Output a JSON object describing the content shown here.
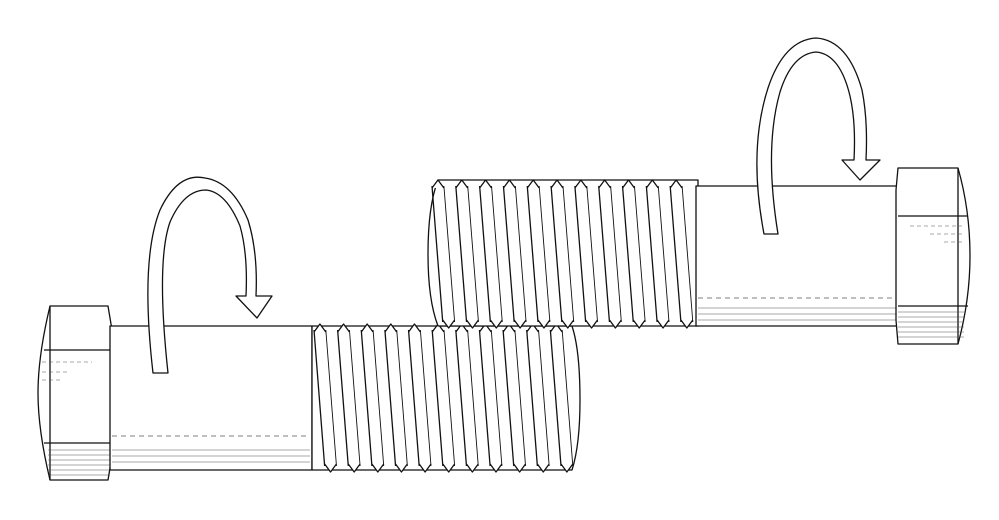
{
  "figure": {
    "subjects": [
      {
        "name": "bolt-left",
        "rotation_arrow": "clockwise-over-top"
      },
      {
        "name": "bolt-right",
        "rotation_arrow": "clockwise-over-top"
      }
    ],
    "colors": {
      "stroke": "#111111",
      "fill": "#ffffff",
      "hatch": "#555555"
    }
  }
}
